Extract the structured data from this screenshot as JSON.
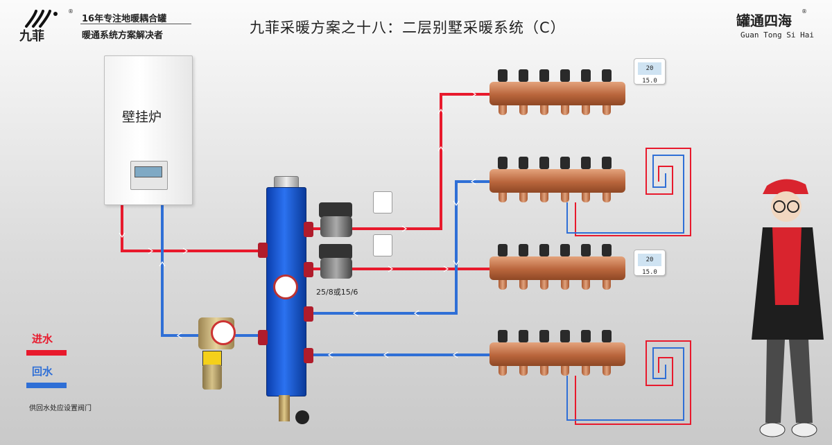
{
  "header": {
    "brand_cn": "九菲",
    "brand_reg": "®",
    "tagline1": "16年专注地暖耦合罐",
    "tagline2": "暖通系统方案解决者",
    "title": "九菲采暖方案之十八：二层别墅采暖系统（C）",
    "right_brand": "罐通四海",
    "right_brand_en": "Guan Tong Si Hai",
    "right_reg": "®"
  },
  "diagram": {
    "boiler_label": "壁挂炉",
    "pump_spec": "25/8或15/6",
    "thermostat_top": {
      "left": "20",
      "right": "15.0"
    },
    "thermostat_mid": {
      "left": "20",
      "right": "15.0"
    }
  },
  "legend": {
    "supply_label": "进水",
    "return_label": "回水",
    "note": "供回水处应设置阀门"
  },
  "colors": {
    "supply": "#e8192c",
    "return": "#2f6fd6",
    "tank": "#1f5fd8",
    "manifold": "#c87448"
  }
}
